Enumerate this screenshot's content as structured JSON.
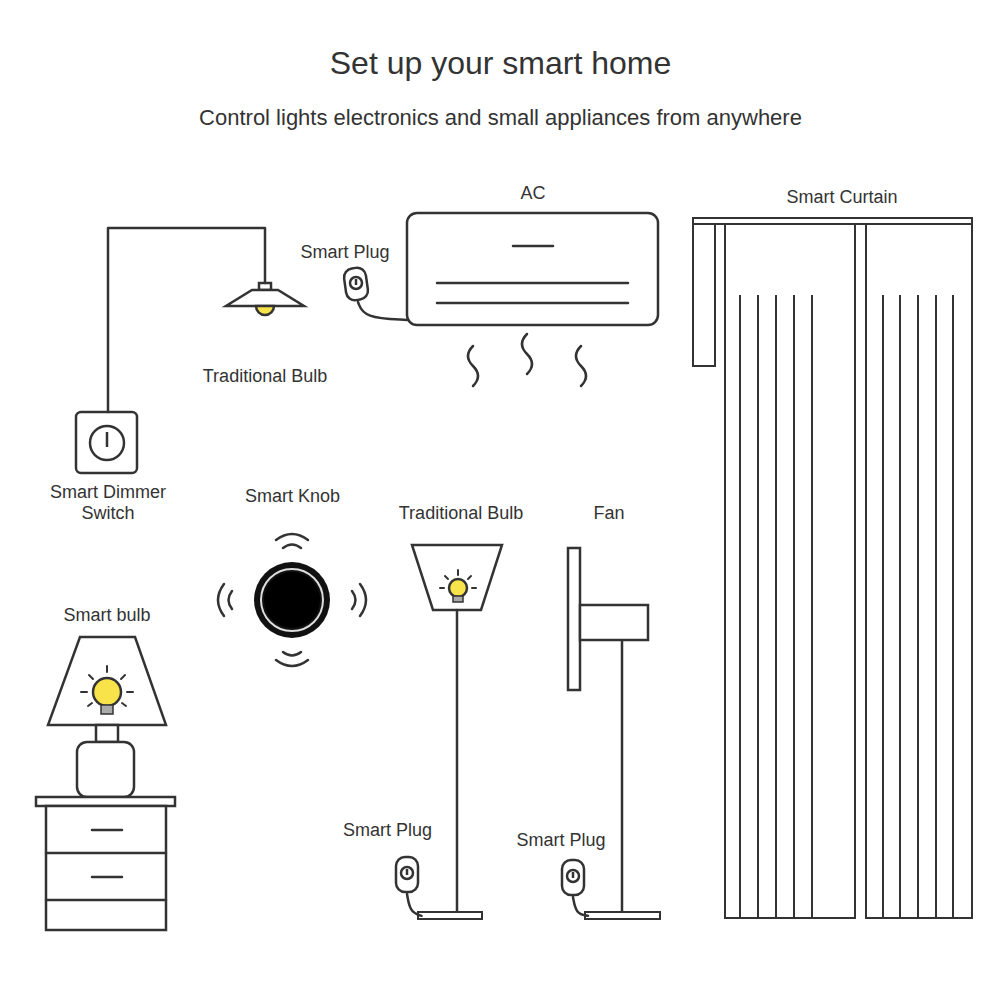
{
  "diagram": {
    "title": "Set up your smart home",
    "nodes": [
      {
        "text": [
          "Traditional Bulb"
        ]
      },
      {
        "text": [
          "Smart Plug"
        ]
      },
      {
        "text": [
          "AC"
        ]
      },
      {
        "text": [
          "Smart Curtain"
        ]
      },
      {
        "text": [
          "Smart Dimmer Switch"
        ]
      },
      {
        "text": [
          "Smart Knob"
        ]
      },
      {
        "text": [
          "Traditional Bulb"
        ]
      },
      {
        "text": [
          "Fan"
        ]
      },
      {
        "text": [
          "Smart bulb"
        ]
      },
      {
        "text": [
          "Smart Plug"
        ]
      },
      {
        "text": [
          "Smart Plug"
        ]
      }
    ],
    "edges": [
      {
        "from": 4,
        "to": 0,
        "arrow": "none"
      },
      {
        "from": 1,
        "to": 2,
        "arrow": "none"
      },
      {
        "from": 9,
        "to": 6,
        "arrow": "none"
      },
      {
        "from": 10,
        "to": 7,
        "arrow": "none"
      }
    ],
    "labels": [
      "Control lights electronics and small appliances from anywhere"
    ]
  }
}
